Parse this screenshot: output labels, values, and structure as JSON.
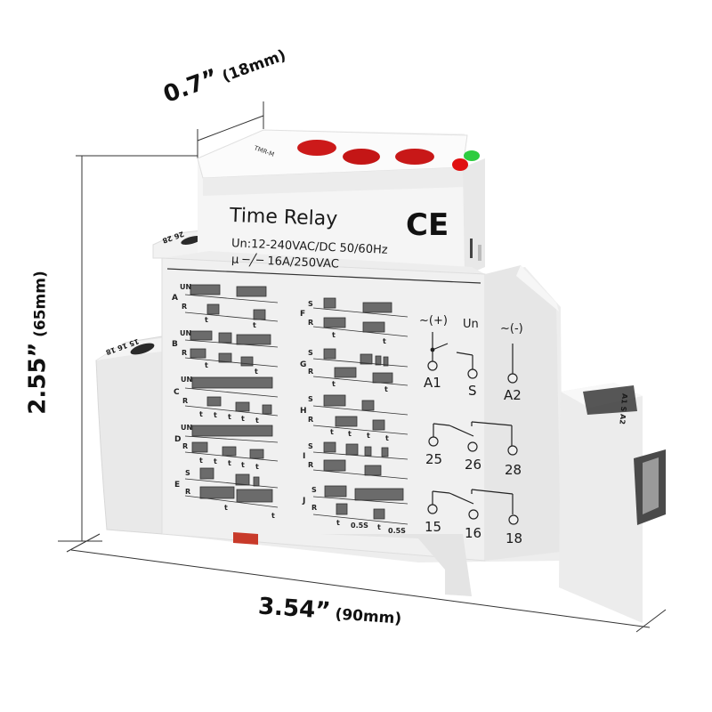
{
  "product": {
    "title": "Time Relay",
    "supply": "Un:12-240VAC/DC 50/60Hz",
    "contact_prefix": "μ",
    "contact_rating": "16A/250VAC",
    "certification_mark": "CE",
    "body_color": "#eeeeee",
    "knob_color": "#cc1a1a",
    "led_colors": {
      "power": "#2ecc40",
      "relay": "#e01010"
    }
  },
  "dimensions": {
    "width": {
      "inch": "0.7”",
      "mm": "(18mm)"
    },
    "height": {
      "inch": "2.55”",
      "mm": "(65mm)"
    },
    "depth": {
      "inch": "3.54”",
      "mm": "(90mm)"
    }
  },
  "timing_diagrams": {
    "left": [
      {
        "letter": "A",
        "top": "UN",
        "bottom": "R",
        "t_labels": [
          "t",
          "t"
        ]
      },
      {
        "letter": "B",
        "top": "UN",
        "bottom": "R",
        "t_labels": [
          "t",
          "t"
        ]
      },
      {
        "letter": "C",
        "top": "UN",
        "bottom": "R",
        "t_labels": [
          "t",
          "t",
          "t",
          "t",
          "t"
        ]
      },
      {
        "letter": "D",
        "top": "UN",
        "bottom": "R",
        "t_labels": [
          "t",
          "t",
          "t",
          "t",
          "t"
        ]
      },
      {
        "letter": "E",
        "top": "S",
        "bottom": "R",
        "t_labels": [
          "t",
          "t"
        ]
      }
    ],
    "right": [
      {
        "letter": "F",
        "top": "S",
        "bottom": "R",
        "t_labels": [
          "t",
          "t"
        ]
      },
      {
        "letter": "G",
        "top": "S",
        "bottom": "R",
        "t_labels": [
          "t",
          "t"
        ]
      },
      {
        "letter": "H",
        "top": "S",
        "bottom": "R",
        "t_labels": [
          "t",
          "t",
          "t",
          "t"
        ]
      },
      {
        "letter": "I",
        "top": "S",
        "bottom": "R",
        "t_labels": []
      },
      {
        "letter": "J",
        "top": "S",
        "bottom": "R",
        "t_labels": [
          "t",
          "0.5S",
          "t",
          "0.5S"
        ]
      }
    ]
  },
  "wiring": {
    "supply_plus": "~(+)",
    "supply_label": "Un",
    "supply_minus": "~(-)",
    "terminals_top": [
      "A1",
      "S",
      "A2"
    ],
    "terminals_mid": [
      "25",
      "26",
      "28"
    ],
    "terminals_bottom": [
      "15",
      "16",
      "18"
    ]
  },
  "side_labels": {
    "top_left_terminals": "26  28",
    "left_terminals": "15  16  18",
    "right_terminals": "A1 S A2"
  }
}
